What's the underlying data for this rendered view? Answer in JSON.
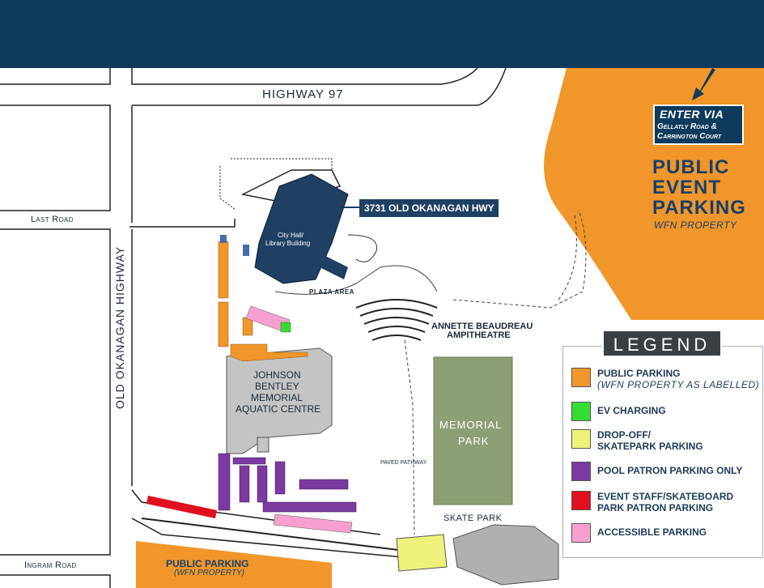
{
  "roads": {
    "highway_97": "HIGHWAY 97",
    "old_okanagan": "OLD OKANAGAN HIGHWAY",
    "last_road": "Last Road",
    "ingram_road": "Ingram Road"
  },
  "entrance": {
    "line1": "ENTER VIA",
    "line2": "Gellatly Road &",
    "line3": "Carrington Court"
  },
  "event_parking": {
    "line1": "PUBLIC",
    "line2": "EVENT",
    "line3": "PARKING",
    "sub": "WFN PROPERTY"
  },
  "address": "3731 OLD OKANAGAN HWY",
  "buildings": {
    "city_hall_1": "City Hall/",
    "city_hall_2": "Library Building",
    "plaza": "PLAZA AREA",
    "amphi_1": "ANNETTE BEAUDREAU",
    "amphi_2": "AMPITHEATRE",
    "aquatic_1": "JOHNSON",
    "aquatic_2": "BENTLEY",
    "aquatic_3": "MEMORIAL",
    "aquatic_4": "AQUATIC CENTRE",
    "memorial_1": "MEMORIAL",
    "memorial_2": "PARK",
    "pathway": "PAVED PATHWAY",
    "skate": "SKATE PARK"
  },
  "bottom_parking": {
    "line1": "PUBLIC PARKING",
    "line2": "(WFN PROPERTY)"
  },
  "legend": {
    "title": "LEGEND",
    "items": [
      {
        "line1": "PUBLIC PARKING",
        "line2": "(WFN PROPERTY AS LABELLED)",
        "color": "#f0962a"
      },
      {
        "line1": "EV CHARGING",
        "line2": "",
        "color": "#33dd33"
      },
      {
        "line1": "DROP-OFF/",
        "line2": "SKATEPARK PARKING",
        "color": "#eef27a"
      },
      {
        "line1": "POOL PATRON PARKING ONLY",
        "line2": "",
        "color": "#7a3aa0"
      },
      {
        "line1": "EVENT STAFF/SKATEBOARD",
        "line2": "PARK PATRON PARKING",
        "color": "#e0101e"
      },
      {
        "line1": "ACCESSIBLE PARKING",
        "line2": "",
        "color": "#f7a0d0"
      }
    ]
  },
  "colors": {
    "header": "#0e3a5c",
    "orange": "#f0962a",
    "building": "#1f3f63",
    "grey_building": "#c4c4c4",
    "park": "#8d9f74",
    "purple": "#7a3aa0",
    "red": "#e0101e",
    "pink": "#f7a0d0",
    "yellow": "#eef27a",
    "green": "#33dd33"
  }
}
